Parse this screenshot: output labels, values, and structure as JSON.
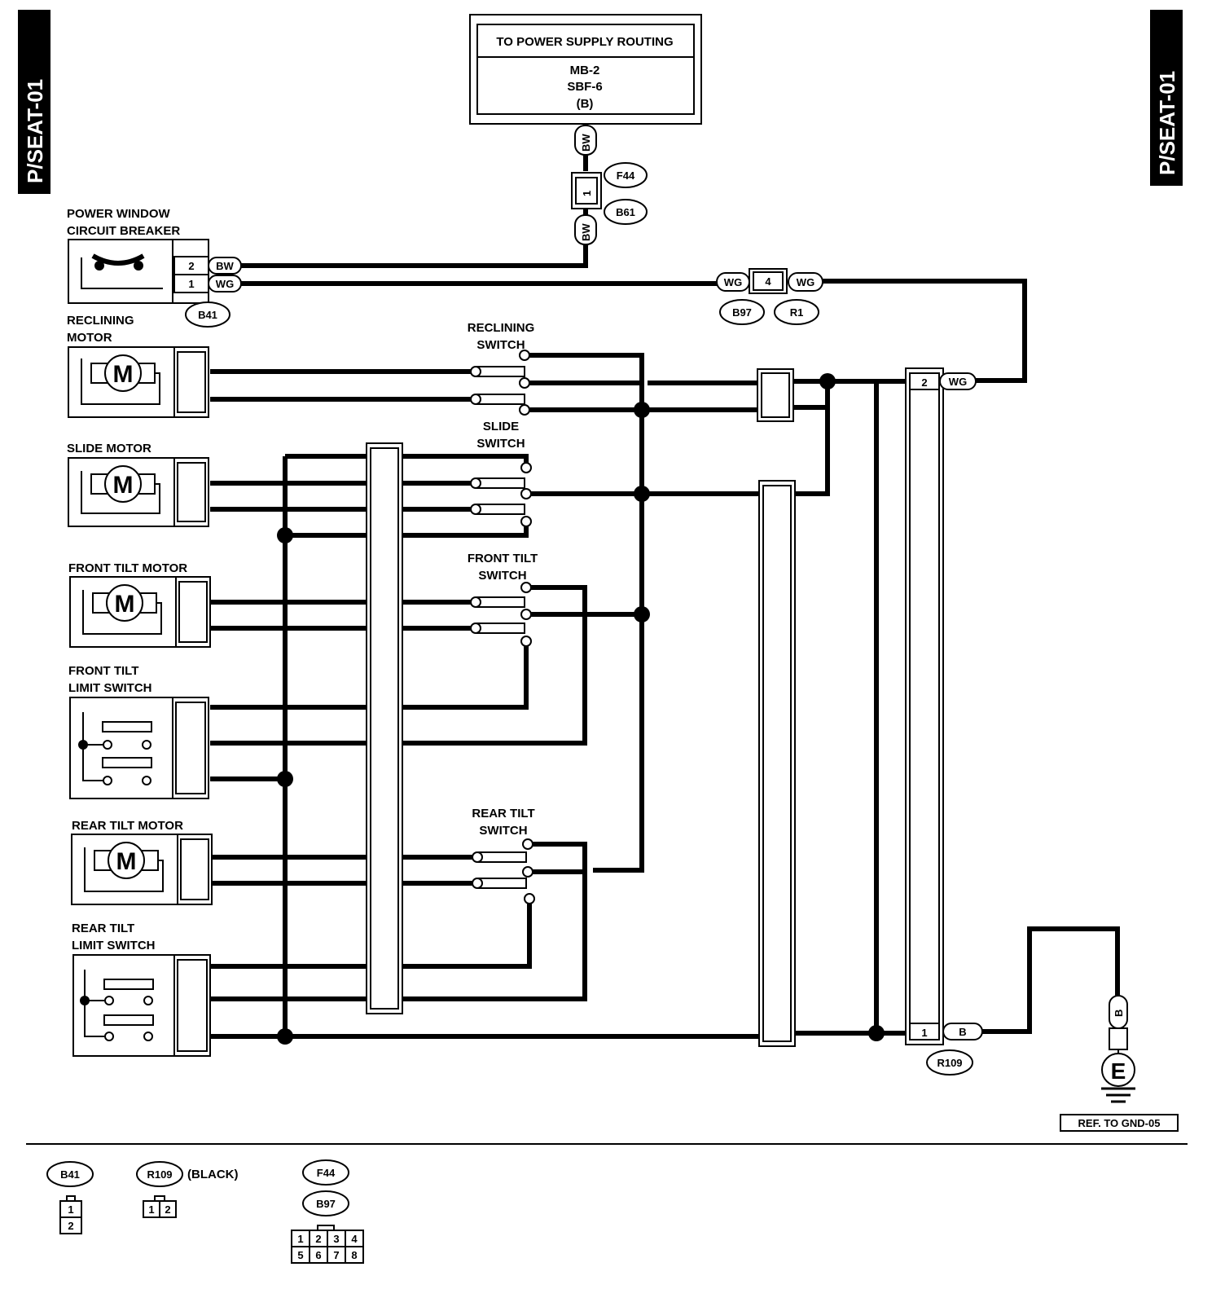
{
  "page_tab": "P/SEAT-01",
  "power_supply": {
    "title": "TO POWER SUPPLY ROUTING",
    "lines": [
      "MB-2",
      "SBF-6",
      "(B)"
    ]
  },
  "wires": {
    "bw": "BW",
    "wg": "WG",
    "b": "B"
  },
  "connectors": {
    "f44": "F44",
    "b61": "B61",
    "b41": "B41",
    "b97": "B97",
    "r1": "R1",
    "r109": "R109"
  },
  "pins": {
    "p1": "1",
    "p2": "2",
    "p4": "4"
  },
  "components": {
    "breaker": [
      "POWER WINDOW",
      "CIRCUIT BREAKER"
    ],
    "reclining_motor": [
      "RECLINING",
      "MOTOR"
    ],
    "slide_motor": "SLIDE MOTOR",
    "front_tilt_motor": "FRONT TILT MOTOR",
    "front_tilt_limit": [
      "FRONT TILT",
      "LIMIT SWITCH"
    ],
    "rear_tilt_motor": "REAR TILT MOTOR",
    "rear_tilt_limit": [
      "REAR TILT",
      "LIMIT SWITCH"
    ],
    "motor_symbol": "M"
  },
  "switches": {
    "reclining": [
      "RECLINING",
      "SWITCH"
    ],
    "slide": [
      "SLIDE",
      "SWITCH"
    ],
    "front_tilt": [
      "FRONT TILT",
      "SWITCH"
    ],
    "rear_tilt": [
      "REAR TILT",
      "SWITCH"
    ]
  },
  "ground": {
    "symbol": "E",
    "ref": "REF. TO GND-05"
  },
  "legend": {
    "b41": "B41",
    "r109": "R109",
    "r109_note": "(BLACK)",
    "f44": "F44",
    "b97": "B97",
    "pins_b41": [
      "1",
      "2"
    ],
    "pins_r109": [
      "1",
      "2"
    ],
    "pins_8": [
      "1",
      "2",
      "3",
      "4",
      "5",
      "6",
      "7",
      "8"
    ]
  }
}
